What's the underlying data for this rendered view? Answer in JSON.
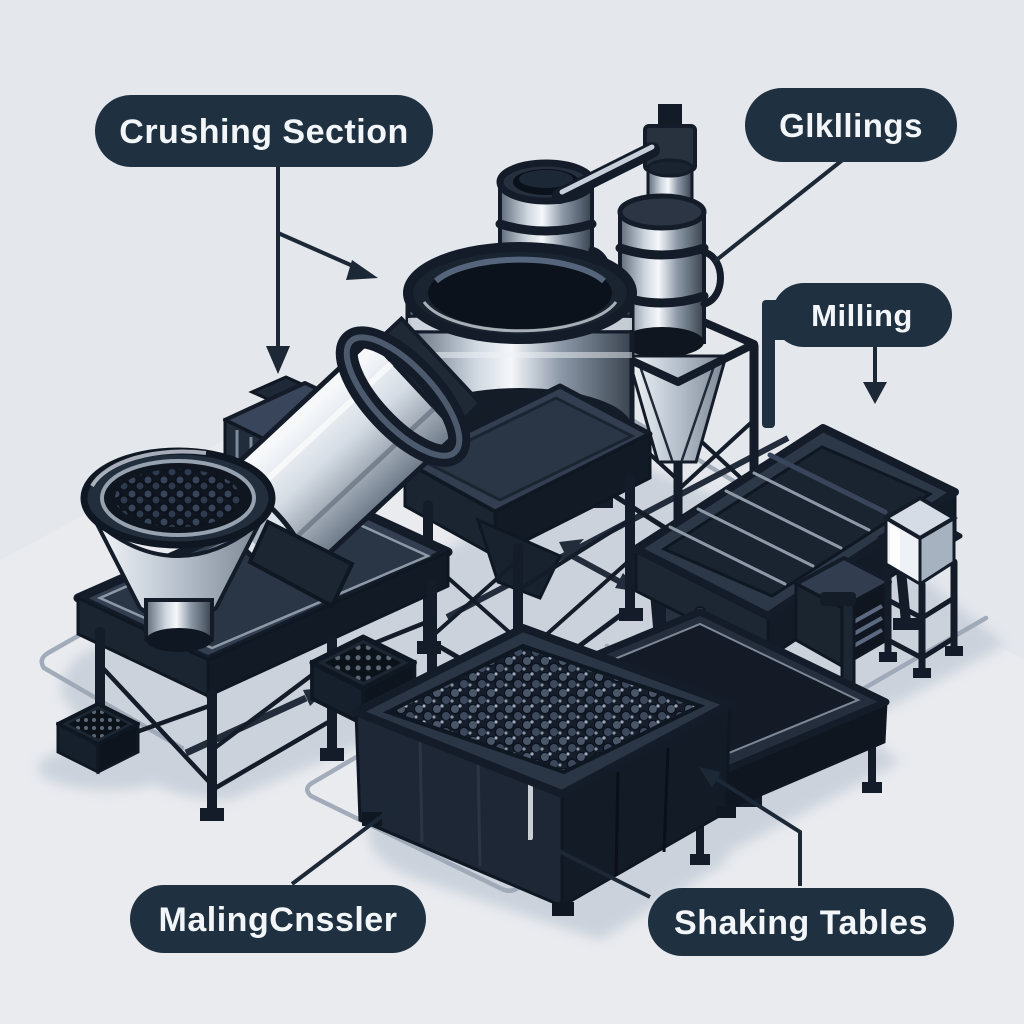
{
  "scene": "isometric-mineral-processing-plant-infographic",
  "labels": {
    "crushing": "Crushing Section",
    "gleanings": "Glkllings",
    "milling": "Milling",
    "crusher_bottom": "MalingCnssler",
    "shaking": "Shaking Tables"
  },
  "style": {
    "background": "#e4e7ec",
    "label_pill": "#1f3040",
    "label_text": "#f3f6f8",
    "machine_dark": "#18222f",
    "machine_mid": "#333f50",
    "metal_light": "#cfd7e0",
    "shadow": "#bfc8d4",
    "floor_line_gray": "#9aa4b2",
    "arrow_dark": "#222c3a"
  },
  "machines": [
    "ore-feed-hopper",
    "rotary-drum-crusher",
    "mill-vessel",
    "vibrating-feeder",
    "storage-silo-left",
    "storage-silo-right",
    "shaking-table-large",
    "vent-box",
    "sample-stand",
    "ore-bin",
    "sluice-trough",
    "ore-crate-left",
    "ore-crate-mid"
  ]
}
